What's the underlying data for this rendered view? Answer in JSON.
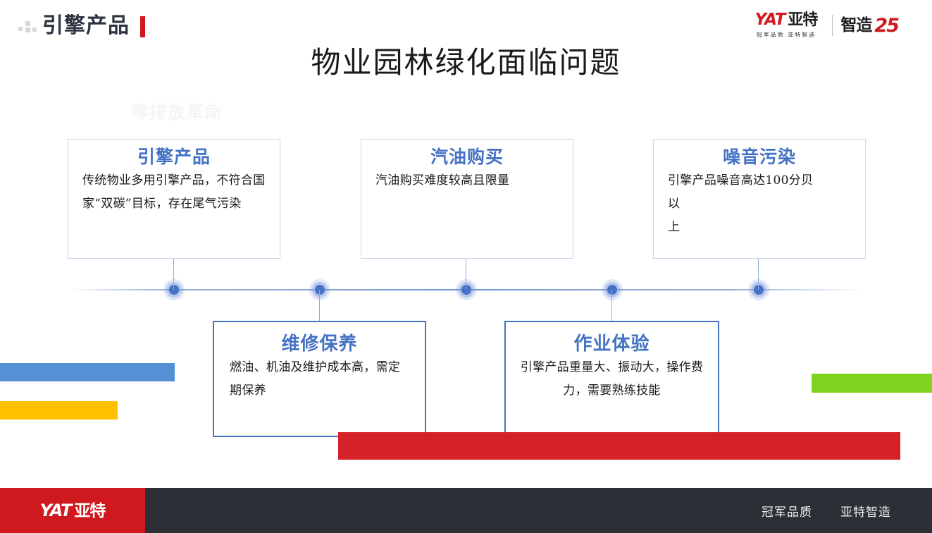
{
  "header": {
    "label": "引擎产品",
    "accent_color": "#d0191f",
    "dots_icon": "grid-dots-icon"
  },
  "logo": {
    "yat": "YAT",
    "brand_cn": "亚特",
    "tagline": "冠军品质  亚特智造",
    "secondary": "智造",
    "secondary_num": "25"
  },
  "slide": {
    "title": "物业园林绿化面临问题",
    "ghost_text": "零排放革命"
  },
  "cards": [
    {
      "title": "引擎产品",
      "body": "传统物业多用引擎产品，不符合国家“双碳”目标，存在尾气污染",
      "align": "left",
      "row": "top"
    },
    {
      "title": "汽油购买",
      "body": "汽油购买难度较高且限量",
      "align": "left",
      "row": "top"
    },
    {
      "title": "噪音污染",
      "body": "引擎产品噪音高达100分贝\n以\n上",
      "align": "left",
      "row": "top"
    },
    {
      "title": "维修保养",
      "body": "燃油、机油及维护成本高，需定期保养",
      "align": "left",
      "row": "bottom"
    },
    {
      "title": "作业体验",
      "body": "引擎产品重量大、振动大，操作费力，需要熟练技能",
      "align": "center",
      "row": "bottom"
    }
  ],
  "timeline": {
    "dot_count": 5,
    "dot_color": "#4472c4",
    "line_color": "#4472c4"
  },
  "decor_bars": [
    {
      "name": "bar-blue",
      "color": "#5490d3"
    },
    {
      "name": "bar-yellow",
      "color": "#ffc000"
    },
    {
      "name": "bar-green",
      "color": "#7ed321"
    },
    {
      "name": "bar-red",
      "color": "#d52128"
    }
  ],
  "footer": {
    "yat": "YAT",
    "brand_cn": "亚特",
    "tag_left": "冠军品质",
    "tag_right": "亚特智造",
    "bg_color": "#2c2f36",
    "accent_color": "#d0191f"
  }
}
